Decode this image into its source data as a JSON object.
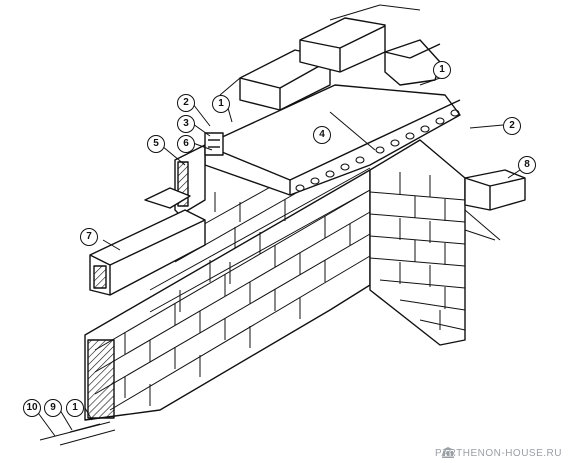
{
  "callouts": {
    "c1_top_right": "1",
    "c1_top_left": "1",
    "c2_left": "2",
    "c2_right": "2",
    "c3": "3",
    "c4": "4",
    "c5": "5",
    "c6": "6",
    "c7": "7",
    "c8": "8",
    "c9": "9",
    "c10": "10",
    "c1_bottom": "1"
  },
  "watermark": {
    "text": "PARTHENON-HOUSE.RU"
  },
  "colors": {
    "ink": "#111111",
    "watermark": "#9aa0a6",
    "background": "#ffffff"
  }
}
